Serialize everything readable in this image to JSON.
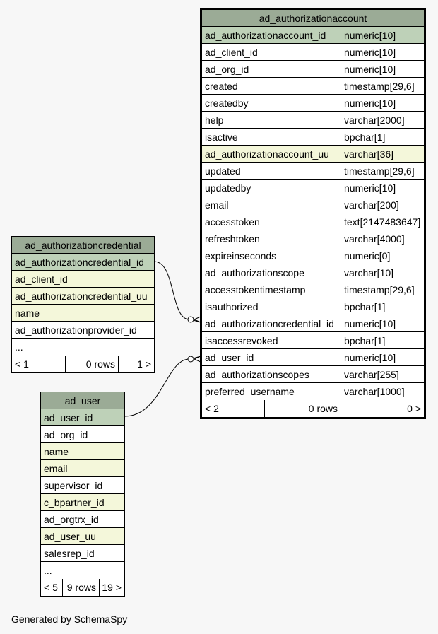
{
  "main_table": {
    "title": "ad_authorizationaccount",
    "columns": [
      {
        "name": "ad_authorizationaccount_id",
        "type": "numeric[10]",
        "kind": "pk"
      },
      {
        "name": "ad_client_id",
        "type": "numeric[10]",
        "kind": "plain"
      },
      {
        "name": "ad_org_id",
        "type": "numeric[10]",
        "kind": "plain"
      },
      {
        "name": "created",
        "type": "timestamp[29,6]",
        "kind": "plain"
      },
      {
        "name": "createdby",
        "type": "numeric[10]",
        "kind": "plain"
      },
      {
        "name": "help",
        "type": "varchar[2000]",
        "kind": "plain"
      },
      {
        "name": "isactive",
        "type": "bpchar[1]",
        "kind": "plain"
      },
      {
        "name": "ad_authorizationaccount_uu",
        "type": "varchar[36]",
        "kind": "idx"
      },
      {
        "name": "updated",
        "type": "timestamp[29,6]",
        "kind": "plain"
      },
      {
        "name": "updatedby",
        "type": "numeric[10]",
        "kind": "plain"
      },
      {
        "name": "email",
        "type": "varchar[200]",
        "kind": "plain"
      },
      {
        "name": "accesstoken",
        "type": "text[2147483647]",
        "kind": "plain"
      },
      {
        "name": "refreshtoken",
        "type": "varchar[4000]",
        "kind": "plain"
      },
      {
        "name": "expireinseconds",
        "type": "numeric[0]",
        "kind": "plain"
      },
      {
        "name": "ad_authorizationscope",
        "type": "varchar[10]",
        "kind": "plain"
      },
      {
        "name": "accesstokentimestamp",
        "type": "timestamp[29,6]",
        "kind": "plain"
      },
      {
        "name": "isauthorized",
        "type": "bpchar[1]",
        "kind": "plain"
      },
      {
        "name": "ad_authorizationcredential_id",
        "type": "numeric[10]",
        "kind": "plain"
      },
      {
        "name": "isaccessrevoked",
        "type": "bpchar[1]",
        "kind": "plain"
      },
      {
        "name": "ad_user_id",
        "type": "numeric[10]",
        "kind": "plain"
      },
      {
        "name": "ad_authorizationscopes",
        "type": "varchar[255]",
        "kind": "plain"
      },
      {
        "name": "preferred_username",
        "type": "varchar[1000]",
        "kind": "plain"
      }
    ],
    "footer": {
      "left": "< 2",
      "center": "0 rows",
      "right": "0 >"
    }
  },
  "credential_table": {
    "title": "ad_authorizationcredential",
    "columns": [
      {
        "name": "ad_authorizationcredential_id",
        "kind": "pk"
      },
      {
        "name": "ad_client_id",
        "kind": "idx"
      },
      {
        "name": "ad_authorizationcredential_uu",
        "kind": "idx"
      },
      {
        "name": "name",
        "kind": "idx"
      },
      {
        "name": "ad_authorizationprovider_id",
        "kind": "plain"
      },
      {
        "name": "...",
        "kind": "plain"
      }
    ],
    "footer": {
      "left": "< 1",
      "center": "0 rows",
      "right": "1 >"
    }
  },
  "user_table": {
    "title": "ad_user",
    "columns": [
      {
        "name": "ad_user_id",
        "kind": "pk"
      },
      {
        "name": "ad_org_id",
        "kind": "plain"
      },
      {
        "name": "name",
        "kind": "idx"
      },
      {
        "name": "email",
        "kind": "idx"
      },
      {
        "name": "supervisor_id",
        "kind": "plain"
      },
      {
        "name": "c_bpartner_id",
        "kind": "idx"
      },
      {
        "name": "ad_orgtrx_id",
        "kind": "plain"
      },
      {
        "name": "ad_user_uu",
        "kind": "idx"
      },
      {
        "name": "salesrep_id",
        "kind": "plain"
      },
      {
        "name": "...",
        "kind": "plain"
      }
    ],
    "footer": {
      "left": "< 5",
      "center": "9 rows",
      "right": "19 >"
    }
  },
  "credit": "Generated by SchemaSpy"
}
